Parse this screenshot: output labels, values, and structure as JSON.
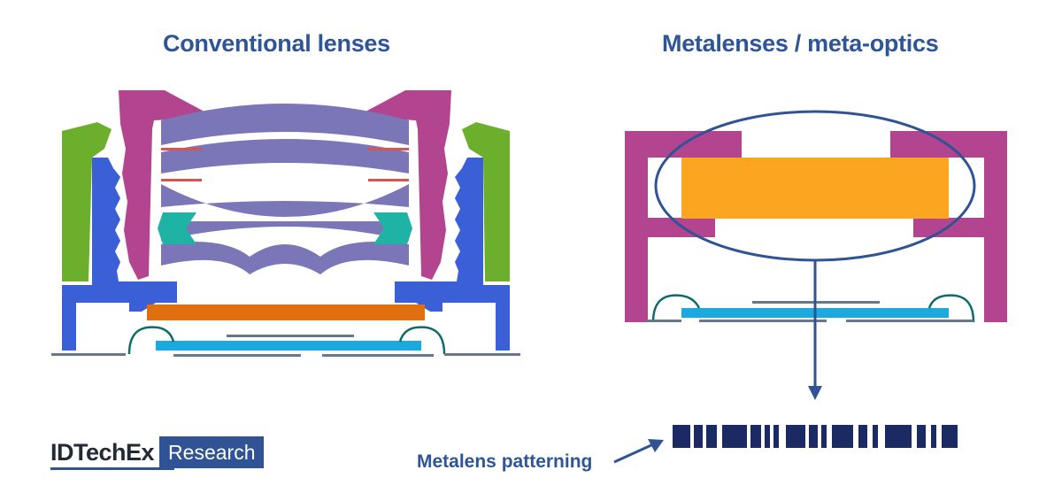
{
  "titles": {
    "conventional": "Conventional lenses",
    "metalens": "Metalenses / meta-optics"
  },
  "logo": {
    "brand": "IDTechEx",
    "tag": "Research"
  },
  "callout": {
    "label": "Metalens patterning"
  },
  "colors": {
    "title_blue": "#2e5597",
    "housing_green": "#6caf2c",
    "housing_blue": "#3a5fd6",
    "barrel_magenta": "#b3448f",
    "lens_purple": "#7b76b8",
    "spacer_teal": "#1fb3a6",
    "spacer_red": "#d9534f",
    "filter_orange": "#e0700f",
    "sensor_cyan": "#1ba9e0",
    "metalens_orange": "#fca521",
    "pattern_navy": "#1b2a63",
    "pcb_gray": "#66788a",
    "bond_teal": "#0f6b6b"
  },
  "icons": {
    "arrow": "arrow-icon"
  }
}
